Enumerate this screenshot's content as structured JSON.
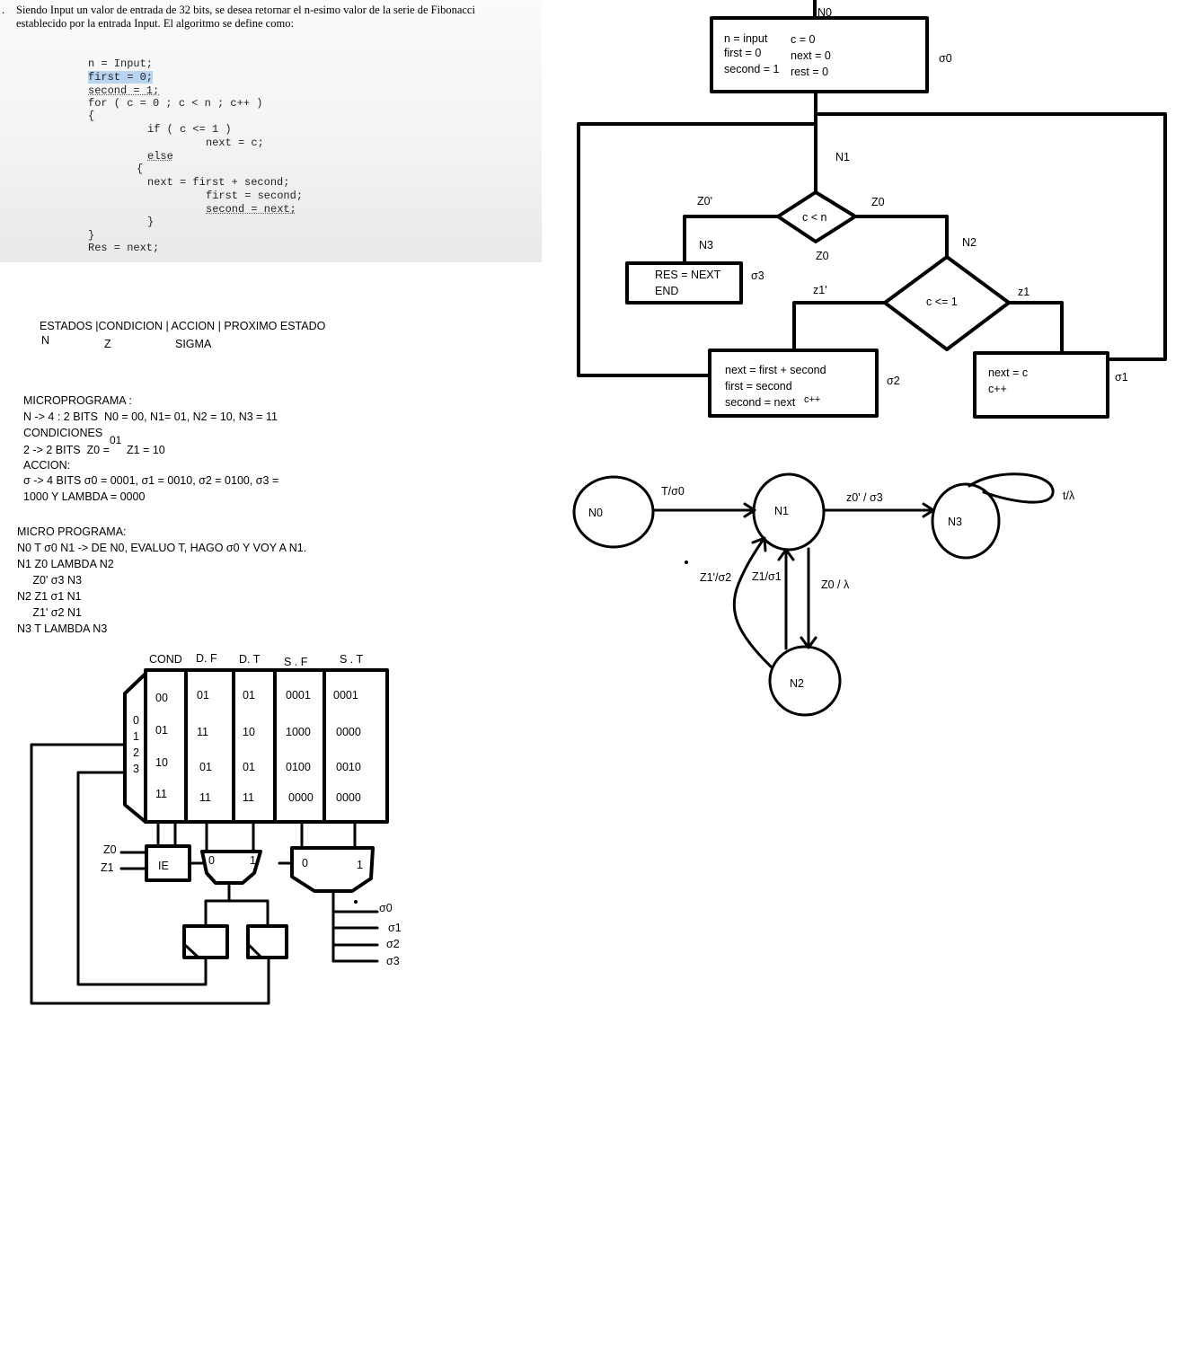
{
  "problem": {
    "number": ".",
    "line1": "Siendo Input un valor de entrada de 32 bits, se desea retornar el n-esimo valor de la serie de Fibonacci",
    "line2": "establecido por la entrada Input. El algoritmo se define como:"
  },
  "code": {
    "lines": [
      "n = Input;",
      "first = 0;",
      "second = 1;",
      "for ( c = 0 ; c < n ; c++ )",
      "{",
      "if ( c <= 1 )",
      "next = c;",
      "else",
      "{",
      "next = first + second;",
      "first = second;",
      "second = next;",
      "}",
      "}",
      "Res = next;"
    ]
  },
  "table_header": {
    "line1": "ESTADOS |CONDICION | ACCION | PROXIMO ESTADO",
    "col_n": "N",
    "col_z": "Z",
    "col_sigma": "SIGMA"
  },
  "microprograma": {
    "title": "MICROPROGRAMA :",
    "n_line": "N -> 4 : 2 BITS  N0 = 00, N1= 01, N2 = 10, N3 = 11",
    "cond_title": "CONDICIONES",
    "cond_line_a": "2 -> 2 BITS  Z0 =",
    "cond_sup": "01",
    "cond_line_b": "Z1 = 10",
    "accion_title": "ACCION:",
    "accion_line1": "σ -> 4 BITS σ0 = 0001, σ1 = 0010, σ2 = 0100, σ3 =",
    "accion_line2": "1000 Y LAMBDA = 0000"
  },
  "micro_programa": {
    "title": "MICRO PROGRAMA:",
    "lines": [
      "N0 T σ0 N1 -> DE N0, EVALUO T, HAGO σ0 Y VOY A N1.",
      "N1 Z0 LAMBDA N2",
      "     Z0' σ3 N3",
      "N2 Z1 σ1 N1",
      "     Z1' σ2 N1",
      "N3 T LAMBDA N3"
    ]
  },
  "rom": {
    "headers": [
      "COND",
      "D. F",
      "D. T",
      "S . F",
      "S . T"
    ],
    "addresses": [
      "0",
      "1",
      "2",
      "3"
    ],
    "rows": [
      [
        "00",
        "01",
        "01",
        "0001",
        "0001"
      ],
      [
        "01",
        "11",
        "10",
        "1000",
        "0000"
      ],
      [
        "10",
        "01",
        "01",
        "0100",
        "0010"
      ],
      [
        "11",
        "11",
        "11",
        "0000",
        "0000"
      ]
    ],
    "inputs": [
      "Z0",
      "Z1"
    ],
    "ie_label": "IE",
    "mux_labels": [
      "0",
      "1"
    ],
    "outputs": [
      "σ0",
      "σ1",
      "σ2",
      "σ3"
    ]
  },
  "flowchart": {
    "n0": "N0",
    "init_left": [
      "n = input",
      "first = 0",
      "second = 1"
    ],
    "init_right": [
      "c = 0",
      "next = 0",
      "rest = 0"
    ],
    "sigma0": "σ0",
    "n1": "N1",
    "cond1": "c < n",
    "z0p_top": "Z0'",
    "z0_right": "Z0",
    "z0_bottom": "Z0",
    "n3": "N3",
    "n2": "N2",
    "end_box": [
      "RES = NEXT",
      "END"
    ],
    "sigma3": "σ3",
    "cond2": "c <= 1",
    "z1p": "z1'",
    "z1": "z1",
    "else_box": [
      "next = first + second",
      "first = second",
      "second = next"
    ],
    "cpp_small": "c++",
    "sigma2": "σ2",
    "if_box": [
      "next = c",
      "c++"
    ],
    "sigma1": "σ1"
  },
  "state_diagram": {
    "states": [
      "N0",
      "N1",
      "N3",
      "N2"
    ],
    "t_sigma0": "T/σ0",
    "z0p_sigma3": "z0' / σ3",
    "t_lambda": "t/λ",
    "z1p_sigma2": "Z1'/σ2",
    "z1_sigma1": "Z1/σ1",
    "z0_lambda": "Z0 / λ"
  }
}
